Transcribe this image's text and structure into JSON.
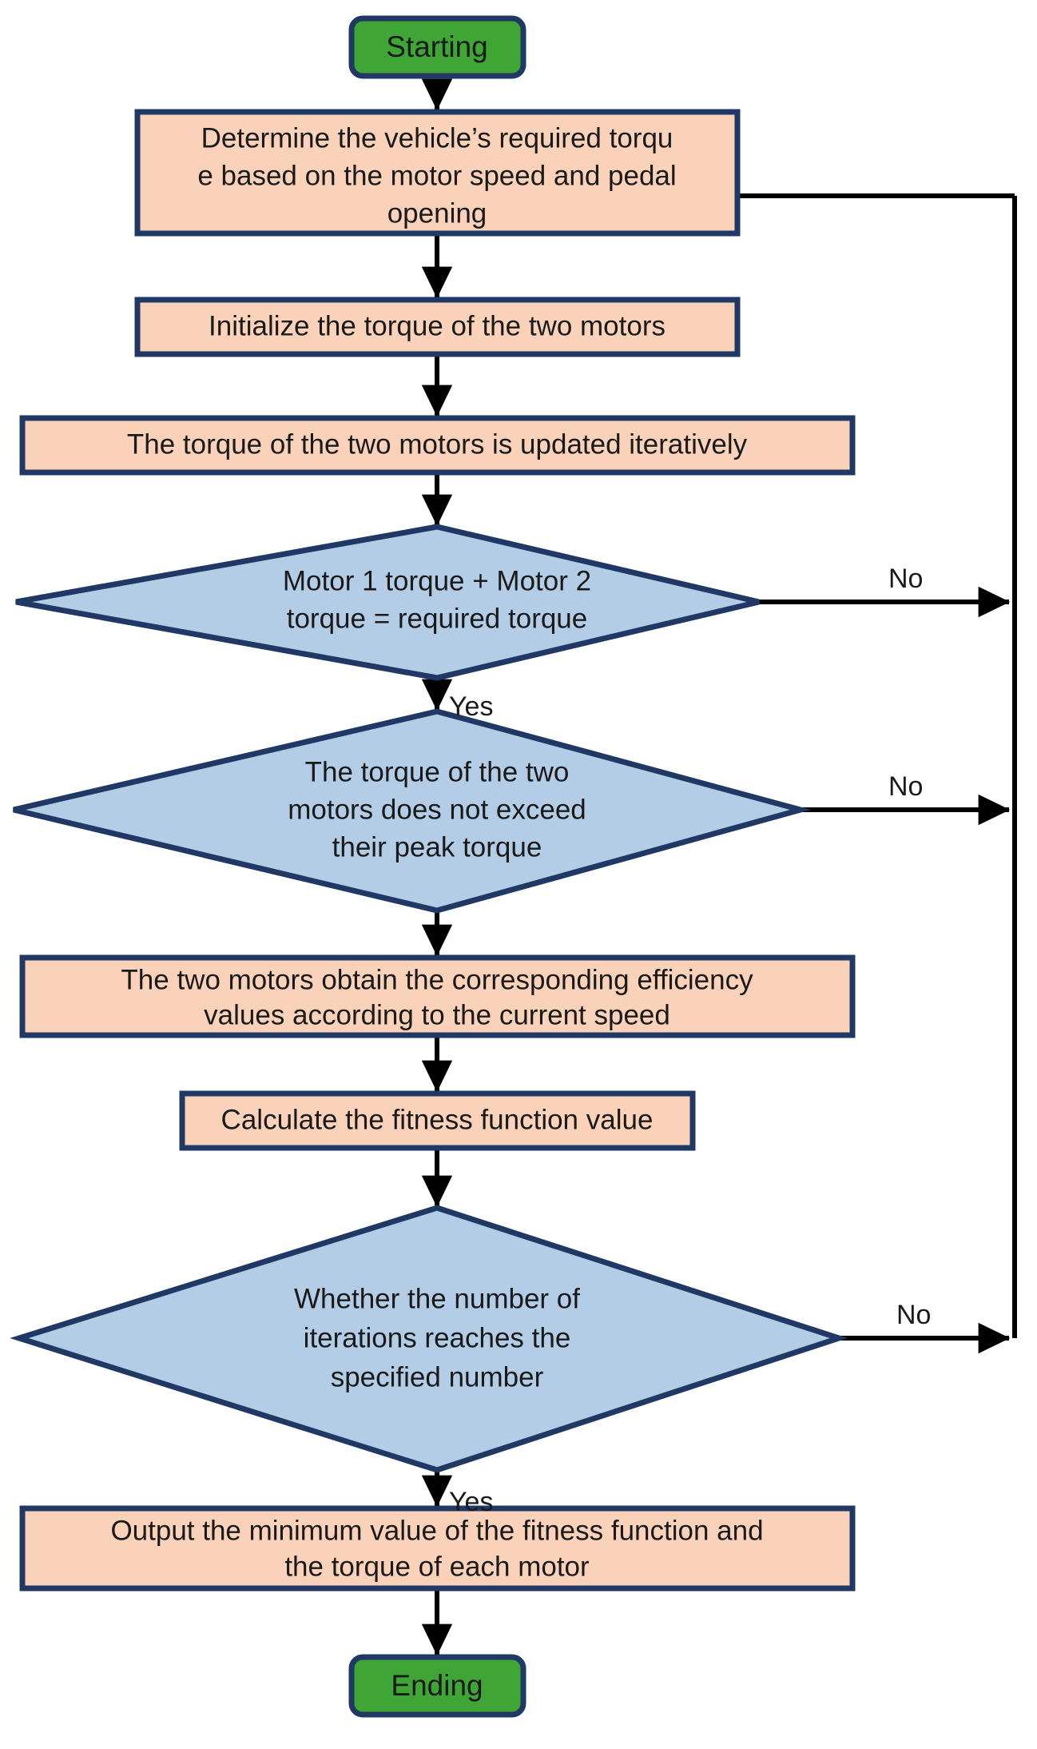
{
  "diagram": {
    "title": "Torque distribution optimization flowchart",
    "colors": {
      "terminal_fill": "#3FA535",
      "process_fill": "#FAD2BA",
      "decision_fill": "#B4CDE6",
      "node_border": "#1F3864",
      "connector": "#000000",
      "background": "#FFFFFF",
      "text": "#1A1A1A"
    },
    "nodes": [
      {
        "id": "start",
        "type": "terminal",
        "lines": [
          "Starting"
        ]
      },
      {
        "id": "require",
        "type": "process",
        "lines": [
          "Determine the vehicle’s required torqu",
          "e based on the motor speed and pedal",
          "opening"
        ]
      },
      {
        "id": "init",
        "type": "process",
        "lines": [
          "Initialize the torque of the two motors"
        ]
      },
      {
        "id": "update",
        "type": "process",
        "lines": [
          "The torque of the two motors is updated iteratively"
        ]
      },
      {
        "id": "sum",
        "type": "decision",
        "lines": [
          "Motor 1 torque + Motor 2",
          "torque = required torque"
        ]
      },
      {
        "id": "peak",
        "type": "decision",
        "lines": [
          "The torque of the two",
          "motors does not exceed",
          "their peak torque"
        ]
      },
      {
        "id": "eff",
        "type": "process",
        "lines": [
          "The two motors obtain the corresponding efficiency",
          "values according to the current speed"
        ]
      },
      {
        "id": "fitness",
        "type": "process",
        "lines": [
          "Calculate the fitness function value"
        ]
      },
      {
        "id": "iters",
        "type": "decision",
        "lines": [
          "Whether the number of",
          "iterations reaches the",
          "specified number"
        ]
      },
      {
        "id": "output",
        "type": "process",
        "lines": [
          "Output the minimum value of the fitness function and",
          "the torque of each motor"
        ]
      },
      {
        "id": "end",
        "type": "terminal",
        "lines": [
          "Ending"
        ]
      }
    ],
    "edge_labels": {
      "sum_no": "No",
      "sum_yes": "Yes",
      "peak_no": "No",
      "iters_no": "No",
      "iters_yes": "Yes"
    }
  }
}
